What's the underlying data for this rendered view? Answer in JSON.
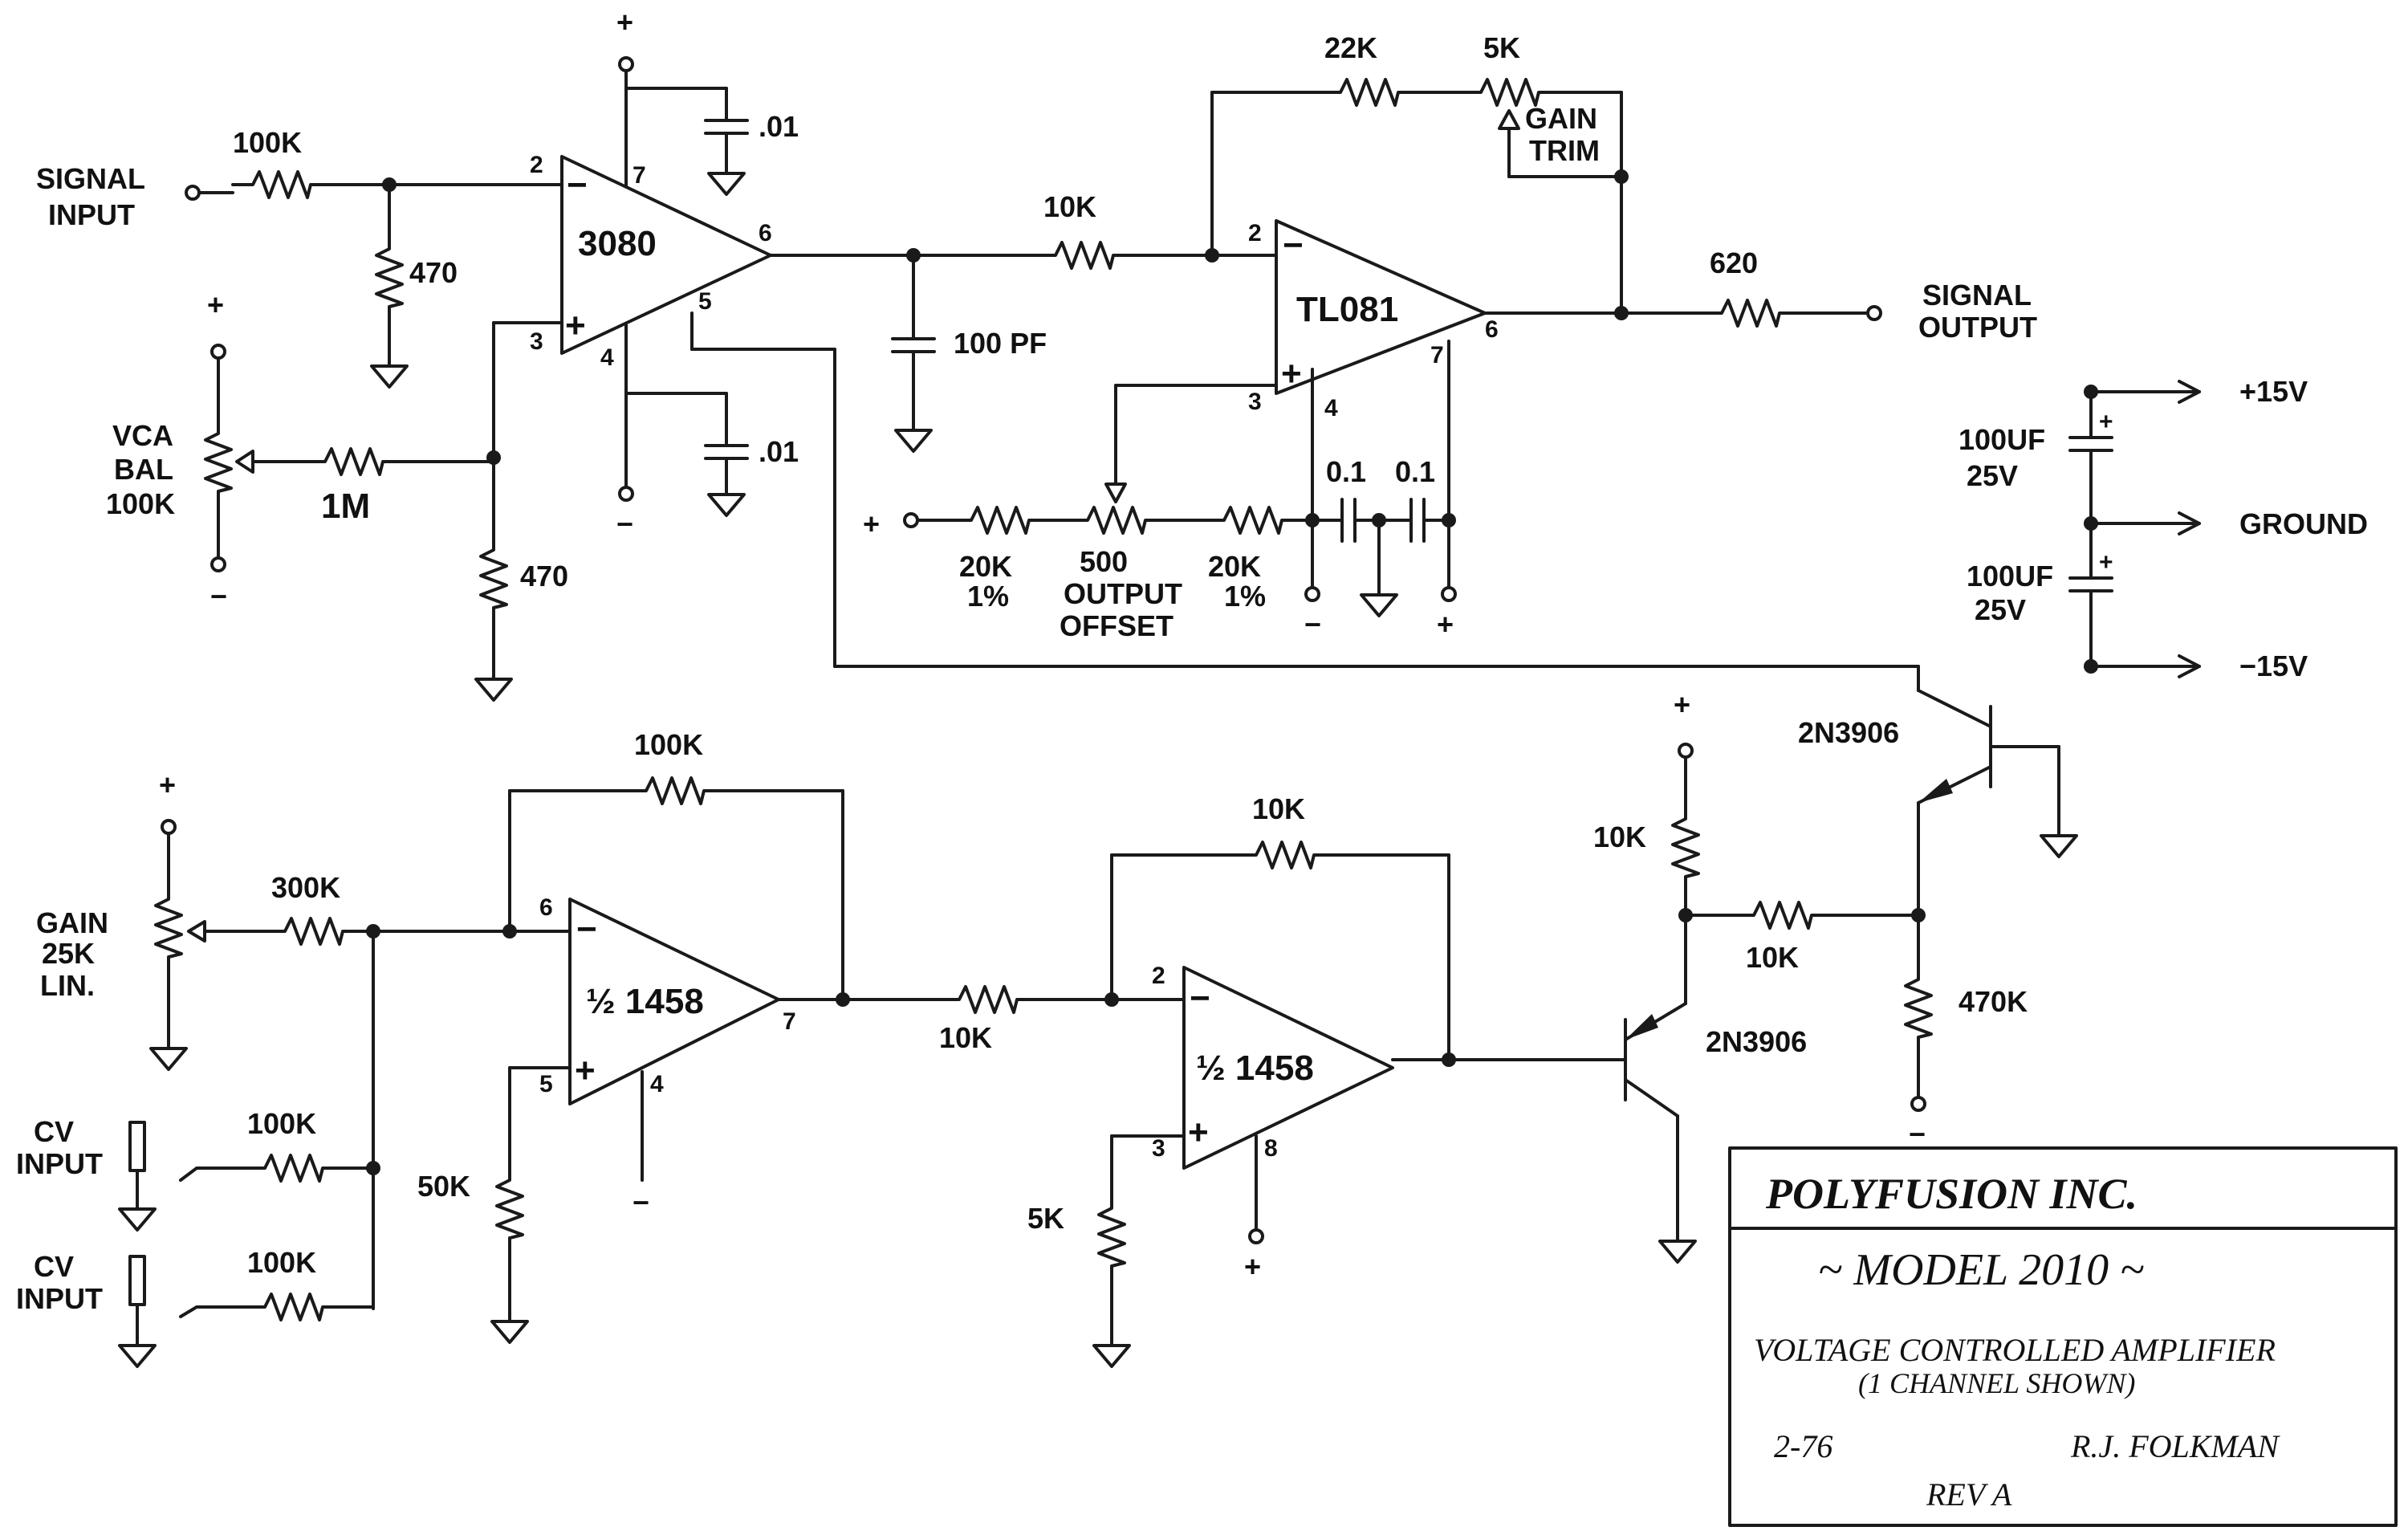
{
  "labels": {
    "signal_input": [
      "SIGNAL",
      "INPUT"
    ],
    "signal_output": [
      "SIGNAL",
      "OUTPUT"
    ],
    "vca_bal": [
      "VCA",
      "BAL",
      "100K"
    ],
    "gain_pot": [
      "GAIN",
      "25K",
      "LIN."
    ],
    "gain_trim": [
      "GAIN",
      "TRIM"
    ],
    "output_offset": [
      "500",
      "OUTPUT",
      "OFFSET"
    ],
    "cv_input": [
      "CV",
      "INPUT"
    ],
    "plus": "+",
    "minus": "−"
  },
  "components": {
    "r_in": "100K",
    "r_470_a": "470",
    "r_470_b": "470",
    "r_1m": "1M",
    "c_01_a": ".01",
    "c_01_b": ".01",
    "c_100pf": "100 PF",
    "r_10k_sig": "10K",
    "r_22k": "22K",
    "r_5k_trim": "5K",
    "r_620": "620",
    "r_20k_a": "20K",
    "r_20k_a_tol": "1%",
    "r_20k_b": "20K",
    "r_20k_b_tol": "1%",
    "c_01uf_a": "0.1",
    "c_01uf_b": "0.1",
    "r_100k_fb": "100K",
    "r_300k": "300K",
    "r_50k": "50K",
    "r_100k_cv1": "100K",
    "r_100k_cv2": "100K",
    "r_10k_mid": "10K",
    "r_10k_fb2": "10K",
    "r_5k_b": "5K",
    "r_10k_pullup": "10K",
    "r_10k_base": "10K",
    "r_470k": "470K",
    "q1": "2N3906",
    "q2": "2N3906"
  },
  "ics": {
    "ota": "3080",
    "opamp_out": "TL081",
    "opamp_a": "½ 1458",
    "opamp_b": "½ 1458"
  },
  "pins": {
    "ota": [
      "2",
      "3",
      "7",
      "4",
      "5",
      "6"
    ],
    "tl081": [
      "2",
      "3",
      "4",
      "7",
      "6"
    ],
    "opa": [
      "6",
      "5",
      "4",
      "7"
    ],
    "opb": [
      "2",
      "3",
      "8"
    ]
  },
  "power": {
    "rails": [
      "+15V",
      "GROUND",
      "−15V"
    ],
    "cap1": [
      "100UF",
      "25V"
    ],
    "cap2": [
      "100UF",
      "25V"
    ]
  },
  "title_block": {
    "company": "POLYFUSION INC.",
    "model": "~ MODEL 2010 ~",
    "desc1": "VOLTAGE CONTROLLED AMPLIFIER",
    "desc2": "(1 CHANNEL SHOWN)",
    "date": "2-76",
    "author": "R.J. FOLKMAN",
    "rev": "REV A"
  }
}
